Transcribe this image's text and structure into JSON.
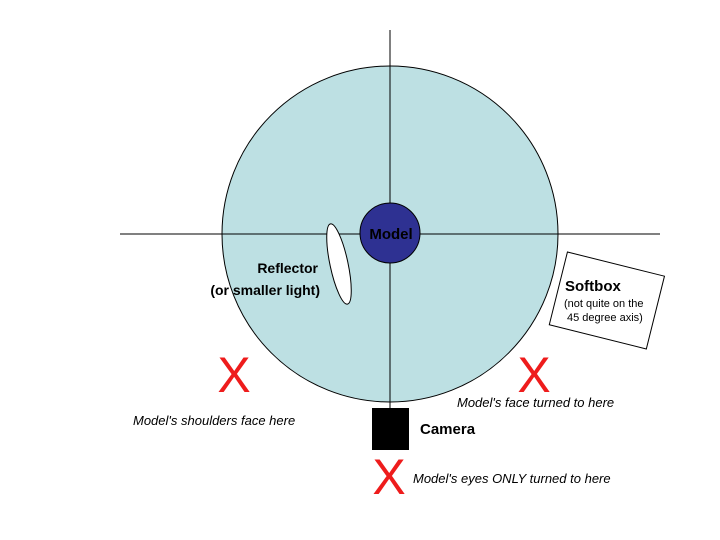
{
  "colors": {
    "circle_fill": "#bde0e3",
    "model_fill": "#2e3192",
    "x_mark": "#ee1c1c",
    "camera": "#000000",
    "line": "#000000"
  },
  "labels": {
    "model": "Model",
    "reflector": "Reflector",
    "reflector_sub": "(or smaller light)",
    "softbox": "Softbox",
    "softbox_sub_1": "(not quite on the",
    "softbox_sub_2": "45 degree axis)",
    "camera": "Camera",
    "shoulders": "Model's shoulders face here",
    "face": "Model's face turned to here",
    "eyes": "Model's eyes ONLY turned to here"
  },
  "x_marks": {
    "shoulders": "X",
    "face": "X",
    "eyes": "X"
  }
}
